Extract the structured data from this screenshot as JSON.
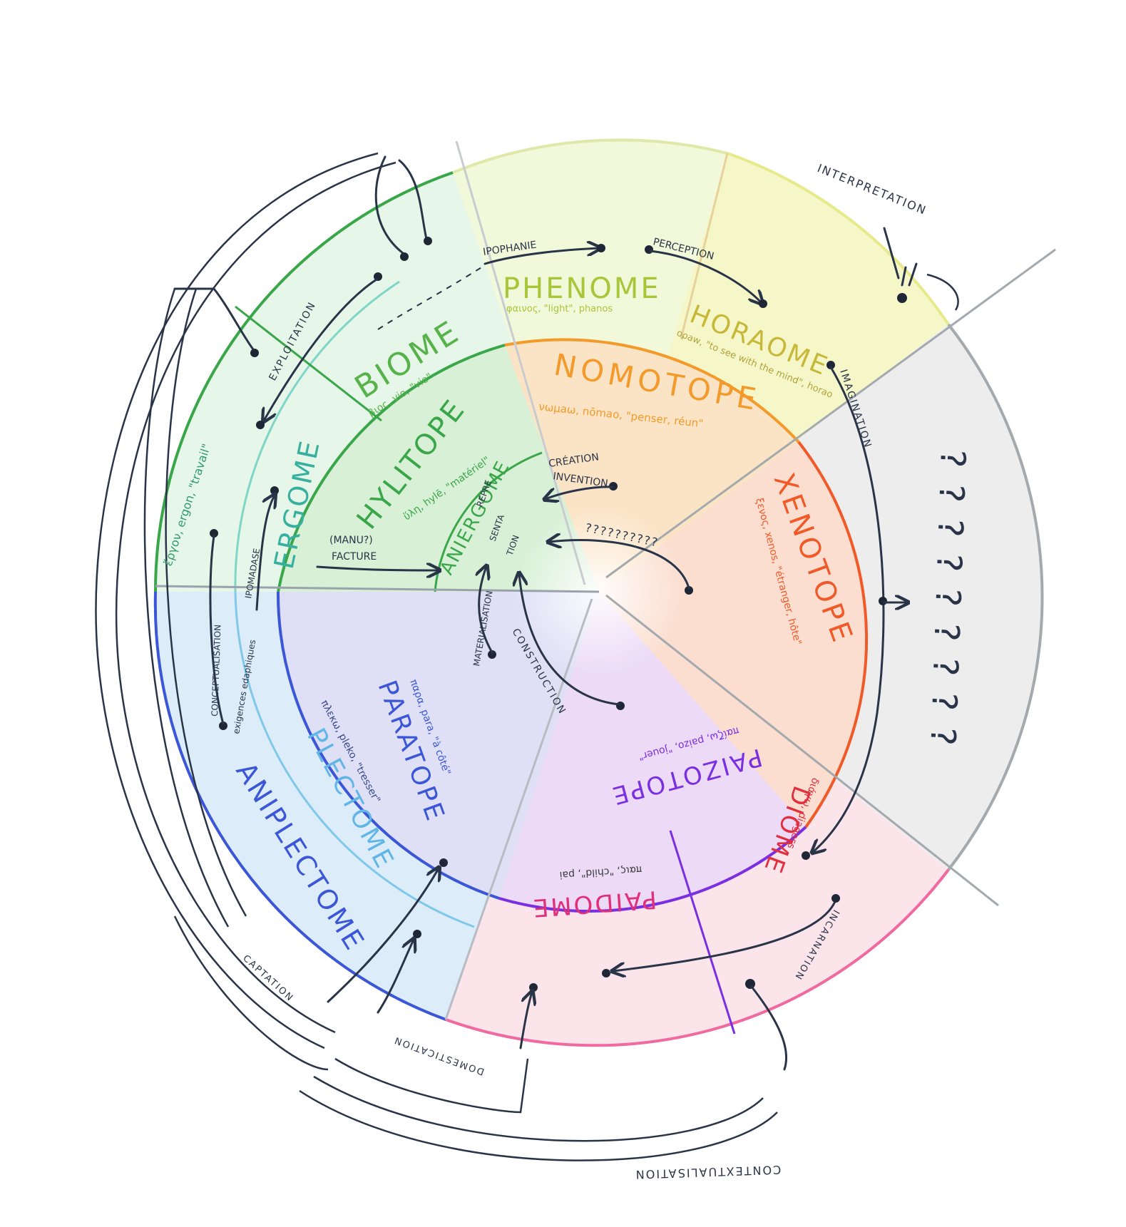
{
  "sectors": {
    "biome": "BIOME",
    "biome_sub": "βιος, vio, \"vie\"",
    "phenome": "PHENOME",
    "phenome_sub": "φαινος, \"light\", phanos",
    "horaome": "HORAOME",
    "horaome_sub": "ορaw, \"to see with the mind\", horao",
    "nomotope": "NOMOTOPE",
    "nomotope_sub": "νωμaω, nōmao, \"penser, réun\"",
    "xenotope": "XENOTOPE",
    "xenotope_sub": "ξενος, xenos, \"étranger, hôte\"",
    "hylitope": "HYLITOPE",
    "hylitope_sub": "ὕλη, hylē, \"matériel\"",
    "ergome": "ERGOME",
    "ergome_sub": "ἔργον, ergon, \"travail\"",
    "aniergome": "ANIERGOME",
    "paratope": "PARATOPE",
    "paratope_sub": "παρα, para, \"à côté\"",
    "plectome": "PLECTOME",
    "plectome_sub": "πλεκω, pleko, \"tresser\"",
    "anipletome": "ANIPLECTOME",
    "paizotope": "PAIZOTOPE",
    "paizotope_sub": "παίζω, paizo, \"jouer\"",
    "paidome": "PAIDOME",
    "paidome_sub": "παις, \"child\", pai",
    "diome": "DIOME",
    "diome_sub": "διάγω, diagess",
    "unknown_marks": "? ? ? ? ? ? ? ? ?"
  },
  "labels": {
    "ipophanie": "IPOPHANIE",
    "perception": "PERCEPTION",
    "interpretation": "INTERPRETATION",
    "imagination": "IMAGINATION",
    "exploitation": "EXPLOITATION",
    "creation": "CRÉATION",
    "invention": "INVENTION.",
    "question_arc": "??????????",
    "manufacture_1": "(MANU?)",
    "manufacture_2": "FACTURE",
    "representation_1": "REPRE",
    "representation_2": "SENTA",
    "representation_3": "TION",
    "materialisation": "MATERIALISATION",
    "construction": "CONSTRUCTION",
    "ipomadase": "IPOMADASE",
    "conceptualisation": "CONCEPTUALISATION",
    "exigences": "exigences edaphiques",
    "captation": "CAPTATION",
    "domestication": "DOMESTICATION",
    "incarnation": "INCARNATION",
    "contextualisation": "CONTEXTUALISATION"
  },
  "colors": {
    "green": "#3aa64a",
    "light_green": "#9bd88a",
    "yellow": "#e3e86a",
    "orange": "#f39a2a",
    "red": "#f05a28",
    "grey": "#a4a9ad",
    "blue": "#3b56d6",
    "cyan": "#7fc8ea",
    "purple": "#7a2fe0",
    "pink": "#f06aa0",
    "dark": "#2a3448"
  }
}
